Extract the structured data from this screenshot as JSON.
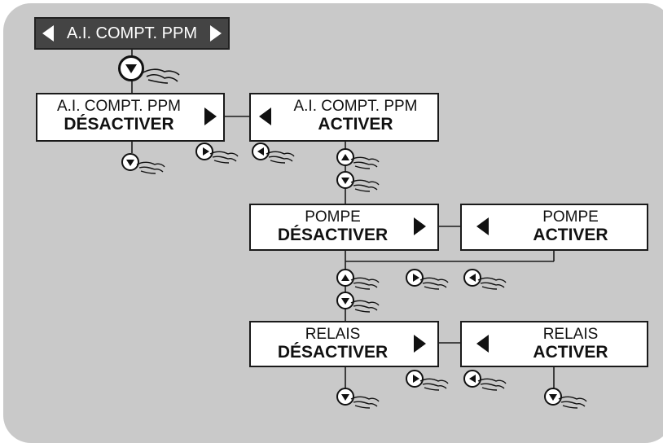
{
  "title_bar": {
    "label": "A.I. COMPT. PPM"
  },
  "screens": {
    "ai_off": {
      "line1": "A.I. COMPT. PPM",
      "line2": "DÉSACTIVER"
    },
    "ai_on": {
      "line1": "A.I. COMPT. PPM",
      "line2": "ACTIVER"
    },
    "pump_off": {
      "line1": "POMPE",
      "line2": "DÉSACTIVER"
    },
    "pump_on": {
      "line1": "POMPE",
      "line2": "ACTIVER"
    },
    "relay_off": {
      "line1": "RELAIS",
      "line2": "DÉSACTIVER"
    },
    "relay_on": {
      "line1": "RELAIS",
      "line2": "ACTIVER"
    }
  },
  "buttons": {
    "down": "down-arrow-button-icon",
    "up": "up-arrow-button-icon",
    "right": "right-arrow-button-icon",
    "left": "left-arrow-button-icon"
  },
  "colors": {
    "background": "#c9c9c9",
    "title_bar": "#444444",
    "screen": "#ffffff",
    "ink": "#111111"
  }
}
